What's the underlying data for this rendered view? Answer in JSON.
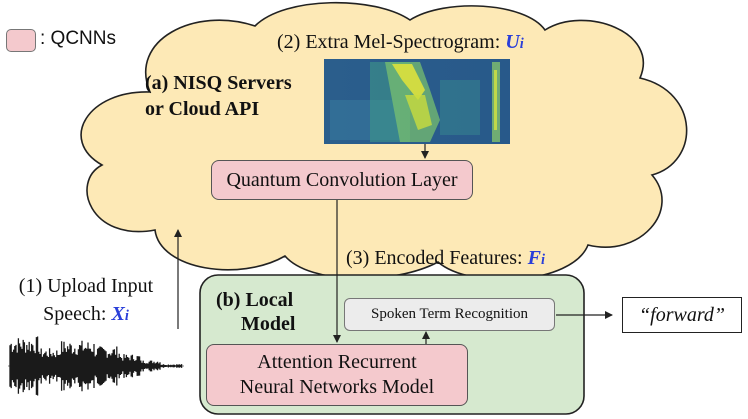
{
  "legend": {
    "label": ": QCNNs",
    "swatch_color": "#f4c9cd"
  },
  "cloud": {
    "title_line1": "(a) NISQ Servers",
    "title_line2": "or Cloud API",
    "fill": "#fde9b6"
  },
  "spectrogram_label": {
    "text": "(2) Extra Mel-Spectrogram: ",
    "var_main": "U",
    "var_sub": "i"
  },
  "quantum_layer": {
    "label": "Quantum Convolution Layer",
    "fill": "#f4c9cd"
  },
  "encoded_label": {
    "text": "(3) Encoded Features: ",
    "var_main": "F",
    "var_sub": "i"
  },
  "upload_label": {
    "line1": "(1) Upload Input",
    "line2_text": "Speech: ",
    "var_main": "X",
    "var_sub": "i"
  },
  "local": {
    "title_line1": "(b) Local",
    "title_line2": "Model",
    "fill": "#d6e9cf"
  },
  "spoken_term": {
    "label": "Spoken Term Recognition",
    "fill": "#ececec"
  },
  "attention_model": {
    "line1": "Attention Recurrent",
    "line2": "Neural Networks Model",
    "fill": "#f4c9cd"
  },
  "output": {
    "label": "“forward”"
  },
  "colors": {
    "variable_blue": "#2a3fd9"
  }
}
